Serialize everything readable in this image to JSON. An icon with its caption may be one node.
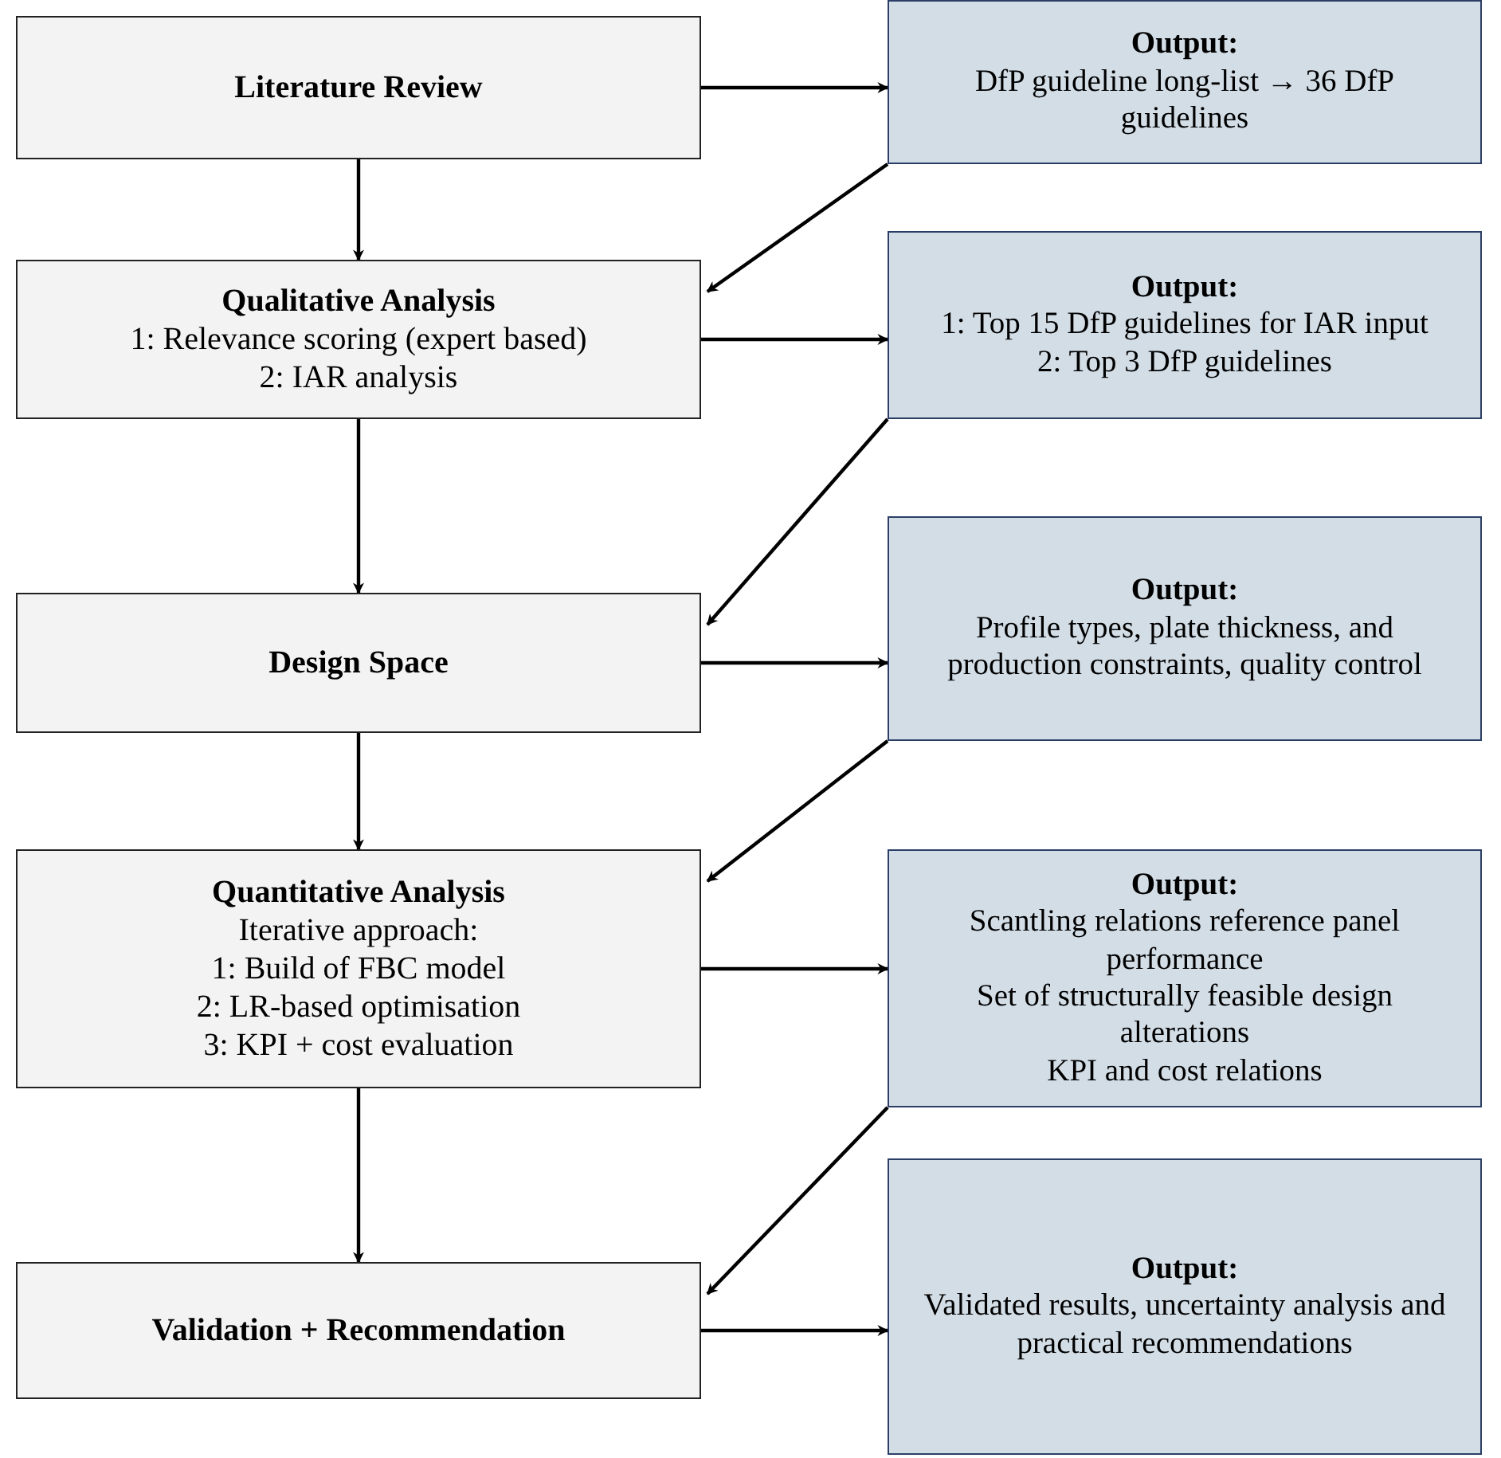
{
  "diagram": {
    "nodes": [
      {
        "text": [
          "Literature Review"
        ]
      },
      {
        "text": [
          "Output:",
          "DfP guideline long-list → 36 DfP guidelines"
        ]
      },
      {
        "text": [
          "Qualitative Analysis",
          "1: Relevance scoring (expert based)",
          "2: IAR analysis"
        ]
      },
      {
        "text": [
          "Output:",
          "1: Top 15 DfP guidelines for IAR input",
          "2: Top 3 DfP guidelines"
        ]
      },
      {
        "text": [
          "Design Space"
        ]
      },
      {
        "text": [
          "Output:",
          "Profile types, plate thickness, and production constraints, quality control"
        ]
      },
      {
        "text": [
          "Quantitative Analysis",
          "Iterative approach:",
          "1: Build of FBC model",
          "2: LR-based optimisation",
          "3: KPI + cost evaluation"
        ]
      },
      {
        "text": [
          "Output:",
          "Scantling relations reference panel performance",
          "Set of structurally feasible design alterations",
          "KPI and cost relations"
        ]
      },
      {
        "text": [
          "Validation + Recommendation"
        ]
      },
      {
        "text": [
          "Output:",
          "Validated results, uncertainty analysis and practical recommendations"
        ]
      }
    ],
    "edges": [
      {
        "from": 0,
        "to": 1,
        "arrow": "to"
      },
      {
        "from": 0,
        "to": 2,
        "arrow": "to"
      },
      {
        "from": 1,
        "to": 2,
        "arrow": "to"
      },
      {
        "from": 2,
        "to": 3,
        "arrow": "to"
      },
      {
        "from": 2,
        "to": 4,
        "arrow": "to"
      },
      {
        "from": 3,
        "to": 4,
        "arrow": "to"
      },
      {
        "from": 4,
        "to": 5,
        "arrow": "to"
      },
      {
        "from": 4,
        "to": 6,
        "arrow": "to"
      },
      {
        "from": 5,
        "to": 6,
        "arrow": "to"
      },
      {
        "from": 6,
        "to": 7,
        "arrow": "to"
      },
      {
        "from": 6,
        "to": 8,
        "arrow": "to"
      },
      {
        "from": 7,
        "to": 8,
        "arrow": "to"
      },
      {
        "from": 8,
        "to": 9,
        "arrow": "to"
      }
    ]
  }
}
